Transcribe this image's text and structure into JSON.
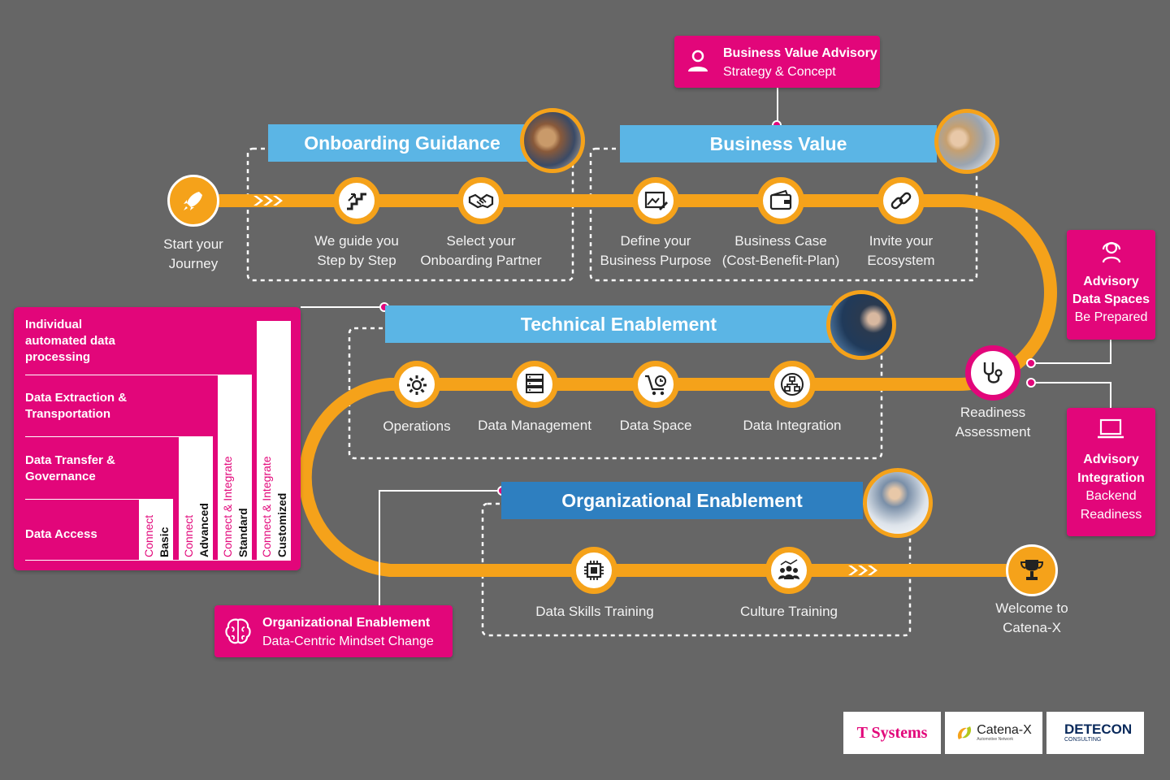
{
  "start": {
    "label_line1": "Start your",
    "label_line2": "Journey"
  },
  "onboarding": {
    "title": "Onboarding Guidance",
    "steps": [
      {
        "line1": "We guide you",
        "line2": "Step by Step"
      },
      {
        "line1": "Select your",
        "line2": "Onboarding Partner"
      }
    ]
  },
  "business_value": {
    "title": "Business Value",
    "steps": [
      {
        "line1": "Define your",
        "line2": "Business Purpose"
      },
      {
        "line1": "Business Case",
        "line2": "(Cost-Benefit-Plan)"
      },
      {
        "line1": "Invite your",
        "line2": "Ecosystem"
      }
    ]
  },
  "business_value_advisory": {
    "line1": "Business Value Advisory",
    "line2": "Strategy & Concept"
  },
  "technical": {
    "title": "Technical Enablement",
    "steps": [
      "Operations",
      "Data Management",
      "Data Space",
      "Data Integration"
    ]
  },
  "readiness": {
    "line1": "Readiness",
    "line2": "Assessment"
  },
  "advisory_data_spaces": {
    "line1": "Advisory",
    "line2": "Data Spaces",
    "line3": "Be Prepared"
  },
  "advisory_integration": {
    "line1": "Advisory",
    "line2": "Integration",
    "line3": "Backend",
    "line4": "Readiness"
  },
  "organizational": {
    "title": "Organizational Enablement",
    "steps": [
      "Data Skills Training",
      "Culture Training"
    ]
  },
  "org_advisory": {
    "line1": "Organizational Enablement",
    "line2": "Data-Centric Mindset Change"
  },
  "finish": {
    "line1": "Welcome to",
    "line2": "Catena-X"
  },
  "packages": {
    "rows": [
      {
        "line1": "Individual",
        "line2": "automated data",
        "line3": "processing"
      },
      {
        "line1": "Data Extraction &",
        "line2": "Transportation"
      },
      {
        "line1": "Data Transfer &",
        "line2": "Governance"
      },
      {
        "line1": "Data Access"
      }
    ],
    "tiers": [
      {
        "prefix": "Connect",
        "name": "Basic"
      },
      {
        "prefix": "Connect",
        "name": "Advanced"
      },
      {
        "prefix": "Connect & Integrate",
        "name": "Standard"
      },
      {
        "prefix": "Connect & Integrate",
        "name": "Customized"
      }
    ]
  },
  "logos": {
    "tsystems": "T Systems",
    "catenax": "Catena-X",
    "catenax_sub": "Automotive Network",
    "detecon": "DETECON",
    "detecon_sub": "CONSULTING"
  },
  "colors": {
    "pink": "#E2067A",
    "orange": "#F5A21A",
    "light_blue": "#5BB5E5",
    "dark_blue": "#2E7FC0",
    "background": "#666666"
  },
  "icons": [
    "rocket-icon",
    "stairs-icon",
    "handshake-icon",
    "image-edit-icon",
    "wallet-icon",
    "link-icon",
    "stethoscope-icon",
    "gear-icon",
    "server-icon",
    "cart-icon",
    "network-icon",
    "chip-icon",
    "team-icon",
    "trophy-icon",
    "user-icon",
    "headset-icon",
    "laptop-icon",
    "brain-icon"
  ]
}
